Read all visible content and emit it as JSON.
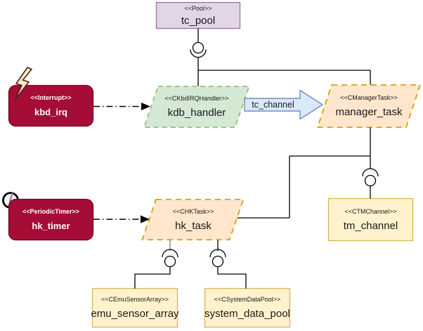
{
  "diagram": {
    "kind": "uml-component-diagram",
    "nodes": {
      "tc_pool": {
        "stereotype": "<<Pool>>",
        "name": "tc_pool",
        "fill": "#e1d5e7",
        "stroke": "#9673a6"
      },
      "kbd_irq": {
        "stereotype": "<<Interrupt>>",
        "name": "kbd_irq",
        "fill": "#a50d36",
        "stroke": "#72091f"
      },
      "kdb_handler": {
        "stereotype": "<<CKbdIRQHandler>>",
        "name": "kdb_handler",
        "fill": "#d5e8d4",
        "stroke": "#82b366"
      },
      "manager_task": {
        "stereotype": "<<CManagerTask>>",
        "name": "manager_task",
        "fill": "#ffe6cc",
        "stroke": "#d79b00"
      },
      "tm_channel": {
        "stereotype": "<<CTMChannel>>",
        "name": "tm_channel",
        "fill": "#fff2cc",
        "stroke": "#d6b656"
      },
      "hk_timer": {
        "stereotype": "<<PeriodicTimer>>",
        "name": "hk_timer",
        "fill": "#a50d36",
        "stroke": "#72091f"
      },
      "hk_task": {
        "stereotype": "<<CHKTask>>",
        "name": "hk_task",
        "fill": "#ffe6cc",
        "stroke": "#d79b00"
      },
      "emu_sensor_array": {
        "stereotype": "<<CEmuSensorArray>>",
        "name": "emu_sensor_array",
        "fill": "#fff2cc",
        "stroke": "#d6b656"
      },
      "system_data_pool": {
        "stereotype": "<<CSystemDataPool>>",
        "name": "system_data_pool",
        "fill": "#fff2cc",
        "stroke": "#d6b656"
      }
    },
    "edges": {
      "tc_channel": {
        "label": "tc_channel",
        "fill": "#dae8fc",
        "stroke": "#6c8ebf"
      }
    }
  }
}
